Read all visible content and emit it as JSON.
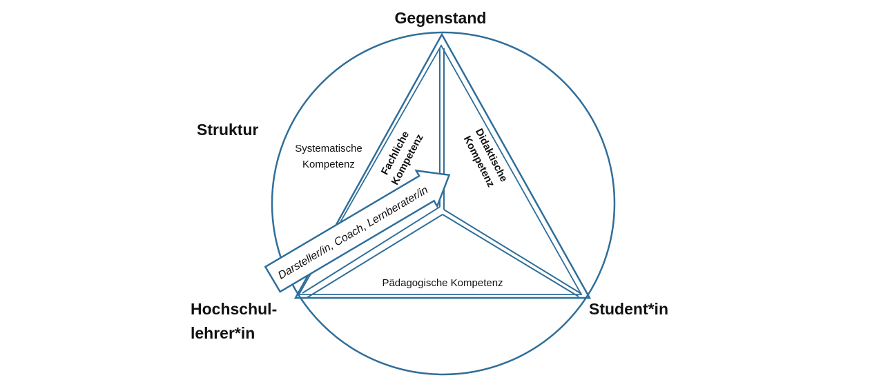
{
  "colors": {
    "line": "#2f6e9a",
    "text": "#111111",
    "background": "#ffffff"
  },
  "vertices": {
    "top": "Gegenstand",
    "right": "Student*in",
    "left_line1": "Hochschul-",
    "left_line2": "lehrer*in"
  },
  "outer_label": "Struktur",
  "regions": {
    "left_line1": "Systematische",
    "left_line2": "Kompetenz",
    "bottom": "Pädagogische Kompetenz"
  },
  "edges": {
    "fachliche_line1": "Fachliche",
    "fachliche_line2": "Kompetenz",
    "didaktische_line1": "Didaktische",
    "didaktische_line2": "Kompetenz"
  },
  "arrow_label": "Darsteller/in, Coach, Lernberater/in"
}
